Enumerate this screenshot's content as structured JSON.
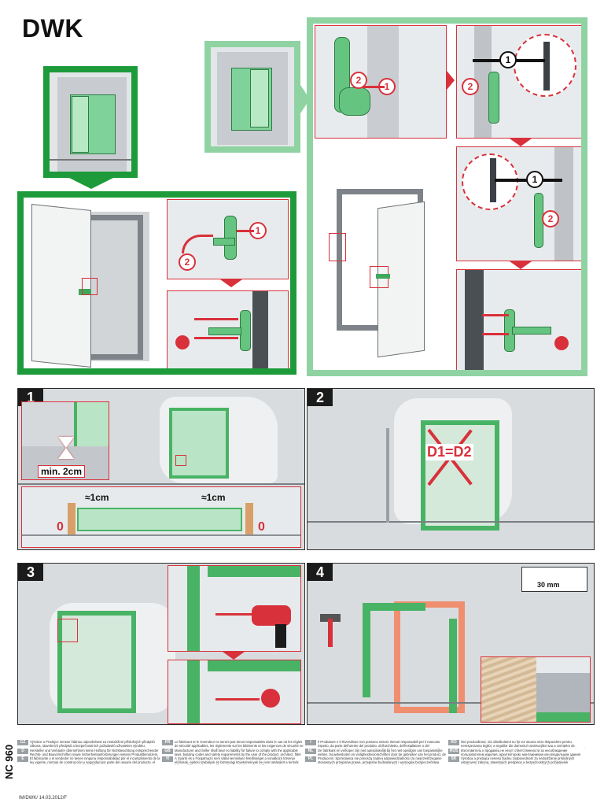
{
  "header": {
    "title": "DWK"
  },
  "callouts": {
    "step_1": "1",
    "step_2": "2"
  },
  "steps": [
    {
      "number": "1",
      "labels": {
        "min": "min. 2cm",
        "gap_left": "≈1cm",
        "gap_right": "≈1cm",
        "zero_left": "0",
        "zero_right": "0"
      }
    },
    {
      "number": "2",
      "labels": {
        "diag": "D1=D2"
      }
    },
    {
      "number": "3",
      "labels": {}
    },
    {
      "number": "4",
      "labels": {
        "measure": "30 mm"
      }
    }
  ],
  "footer": {
    "vertical_code": "NC 960",
    "doc_code": "IM/DWK/ 14.03.2012/F",
    "rows": [
      {
        "lang": "CZ",
        "text": "Výrobce a Prodejce nenese žádnou odpovědnost za nedodržení příslušných předpisů zákona, stavebních předpisů a bezpečnostních požadavků uživatelem výrobku, architektem, montérem nebo majitelem objektu."
      },
      {
        "lang": "D",
        "text": "Hersteller und Verkäufer übernehmen keine Haftung für Nichtbeachtung entsprechender Rechts- und Bauvorschriften sowie Sicherheitsanforderungen seitens Produktbenutzers, Architekten, Monteurs oder Gebäudebesitzers."
      },
      {
        "lang": "E",
        "text": "El fabricante y el vendedor no tienen ninguna responsabilidad por el incumplimiento de la ley vigente, normas de construcción y seguridad por parte del usuario del producto, el arquitecto, instalador o el propietario del edificio."
      },
      {
        "lang": "FR",
        "text": "Le fabricant et le revendeur ne seront pas tenus responsables dans le cas où les règles de sécurité applicables, les règlements sur les bâtiments et les exigences de sécurité ne seront pas respectés par l'utilisateur du produit, l'architecte, l'installateur ou le propriétaire du bâtiment."
      },
      {
        "lang": "GB",
        "text": "Manufacturer and Seller shall bear no liability for failure to comply with the applicable laws, building codes and safety requirements by the user of the product, architect, fitter or owner of the building."
      },
      {
        "lang": "H",
        "text": "A Gyártó és a Forgalmazó nem vállal semmilyen felelősséget a vonatkozó törvényi előírások, építési szabályok és biztonsági követelmények be nem tartásáért a termék felhasználója, építész, szerelő vagy épülettulajdonos részéről."
      },
      {
        "lang": "I",
        "text": "Il Produttore e il Rivenditore non possono essere ritenuti responsabili per il mancato rispetto, da parte dell'utente del prodotto, dell'architetto, dell'installatore o del proprietario dell'edificio, della legge applicabile, delle norme edilizie e dei requisiti di sicurezza."
      },
      {
        "lang": "NL",
        "text": "De fabrikant en verkoper zijn niet aansprakelijk bij het niet opvolgen van toepasselijke wetten, bouwbesluiten en veiligheidsvoorschriften door de gebruiker van het product, de architect, de installateur of de eigenaar van het gebouw."
      },
      {
        "lang": "PL",
        "text": "Producent i Sprzedawca nie ponoszą żadnej odpowiedzialności za nieprzestrzeganie stosownych przepisów prawa, przepisów budowlanych i wymogów bezpieczeństwa przez użytkownika produktu, architekta, montażystę lub właściciela budynku."
      },
      {
        "lang": "RO",
        "text": "Nici producătorul, nici distribuitorul nu își vor asuma nicio răspundere pentru nerespectarea legilor, a regulilor din domeniul construcțiilor sau a cerințelor de siguranță aplicabile de către utilizatorul produsului, arhitect, montator sau proprietarul clădirii."
      },
      {
        "lang": "RUS",
        "text": "Изготовитель и продавец не несут ответственности за несоблюдение пользователем изделия, архитектором, монтажником или владельцем здания соответствующих законов, строительных правил и требований безопасности."
      },
      {
        "lang": "SK",
        "text": "Výrobca a predajca nenesú žiadnu zodpovednosť za nedodržanie príslušných ustanovení zákona, stavebných predpisov a bezpečnostných požiadaviek používateľom výrobku, architektom, montérom alebo majiteľom objektu."
      }
    ]
  },
  "colors": {
    "accent_green": "#1d9b3a",
    "light_green": "#8fd3a3",
    "part_green": "#65c580",
    "red": "#d8313b"
  },
  "icons": [
    "drill-icon",
    "hammer-icon",
    "screwdriver-icon",
    "screw-icon"
  ]
}
